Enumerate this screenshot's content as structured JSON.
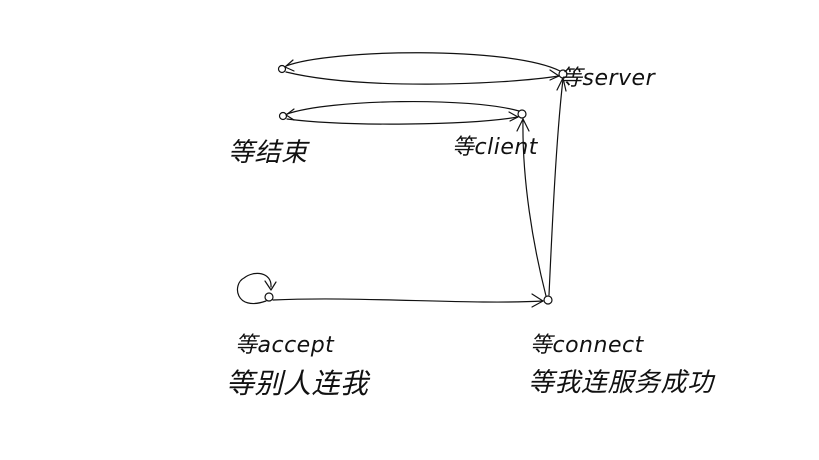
{
  "diagram": {
    "states": [
      {
        "id": "server",
        "label": "等server"
      },
      {
        "id": "client",
        "label": "等client"
      },
      {
        "id": "accept",
        "label": "等accept",
        "sublabel": "等别人连我"
      },
      {
        "id": "connect",
        "label": "等connect",
        "sublabel": "等我连服务成功"
      }
    ],
    "end_label": "等结束"
  }
}
